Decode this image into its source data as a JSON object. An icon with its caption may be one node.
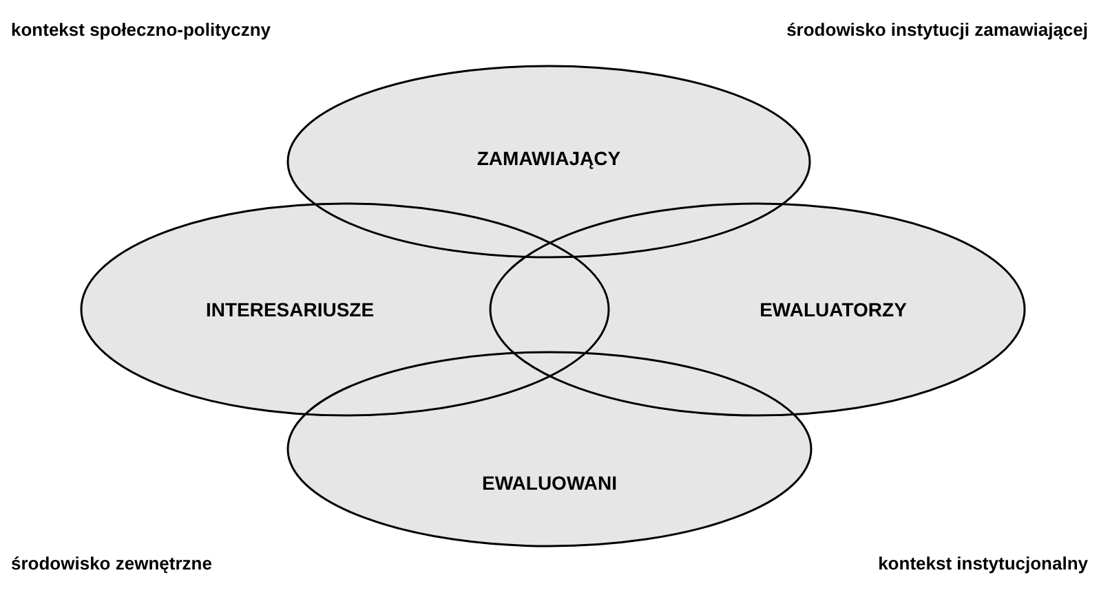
{
  "diagram": {
    "nodes": [
      {
        "text": [
          "ZAMAWIAJĄCY"
        ]
      },
      {
        "text": [
          "INTERESARIUSZE"
        ]
      },
      {
        "text": [
          "EWALUATORZY"
        ]
      },
      {
        "text": [
          "EWALUOWANI"
        ]
      }
    ],
    "labels": [
      "kontekst społeczno-polityczny",
      "środowisko instytucji zamawiającej",
      "środowisko zewnętrzne",
      "kontekst instytucjonalny"
    ]
  }
}
